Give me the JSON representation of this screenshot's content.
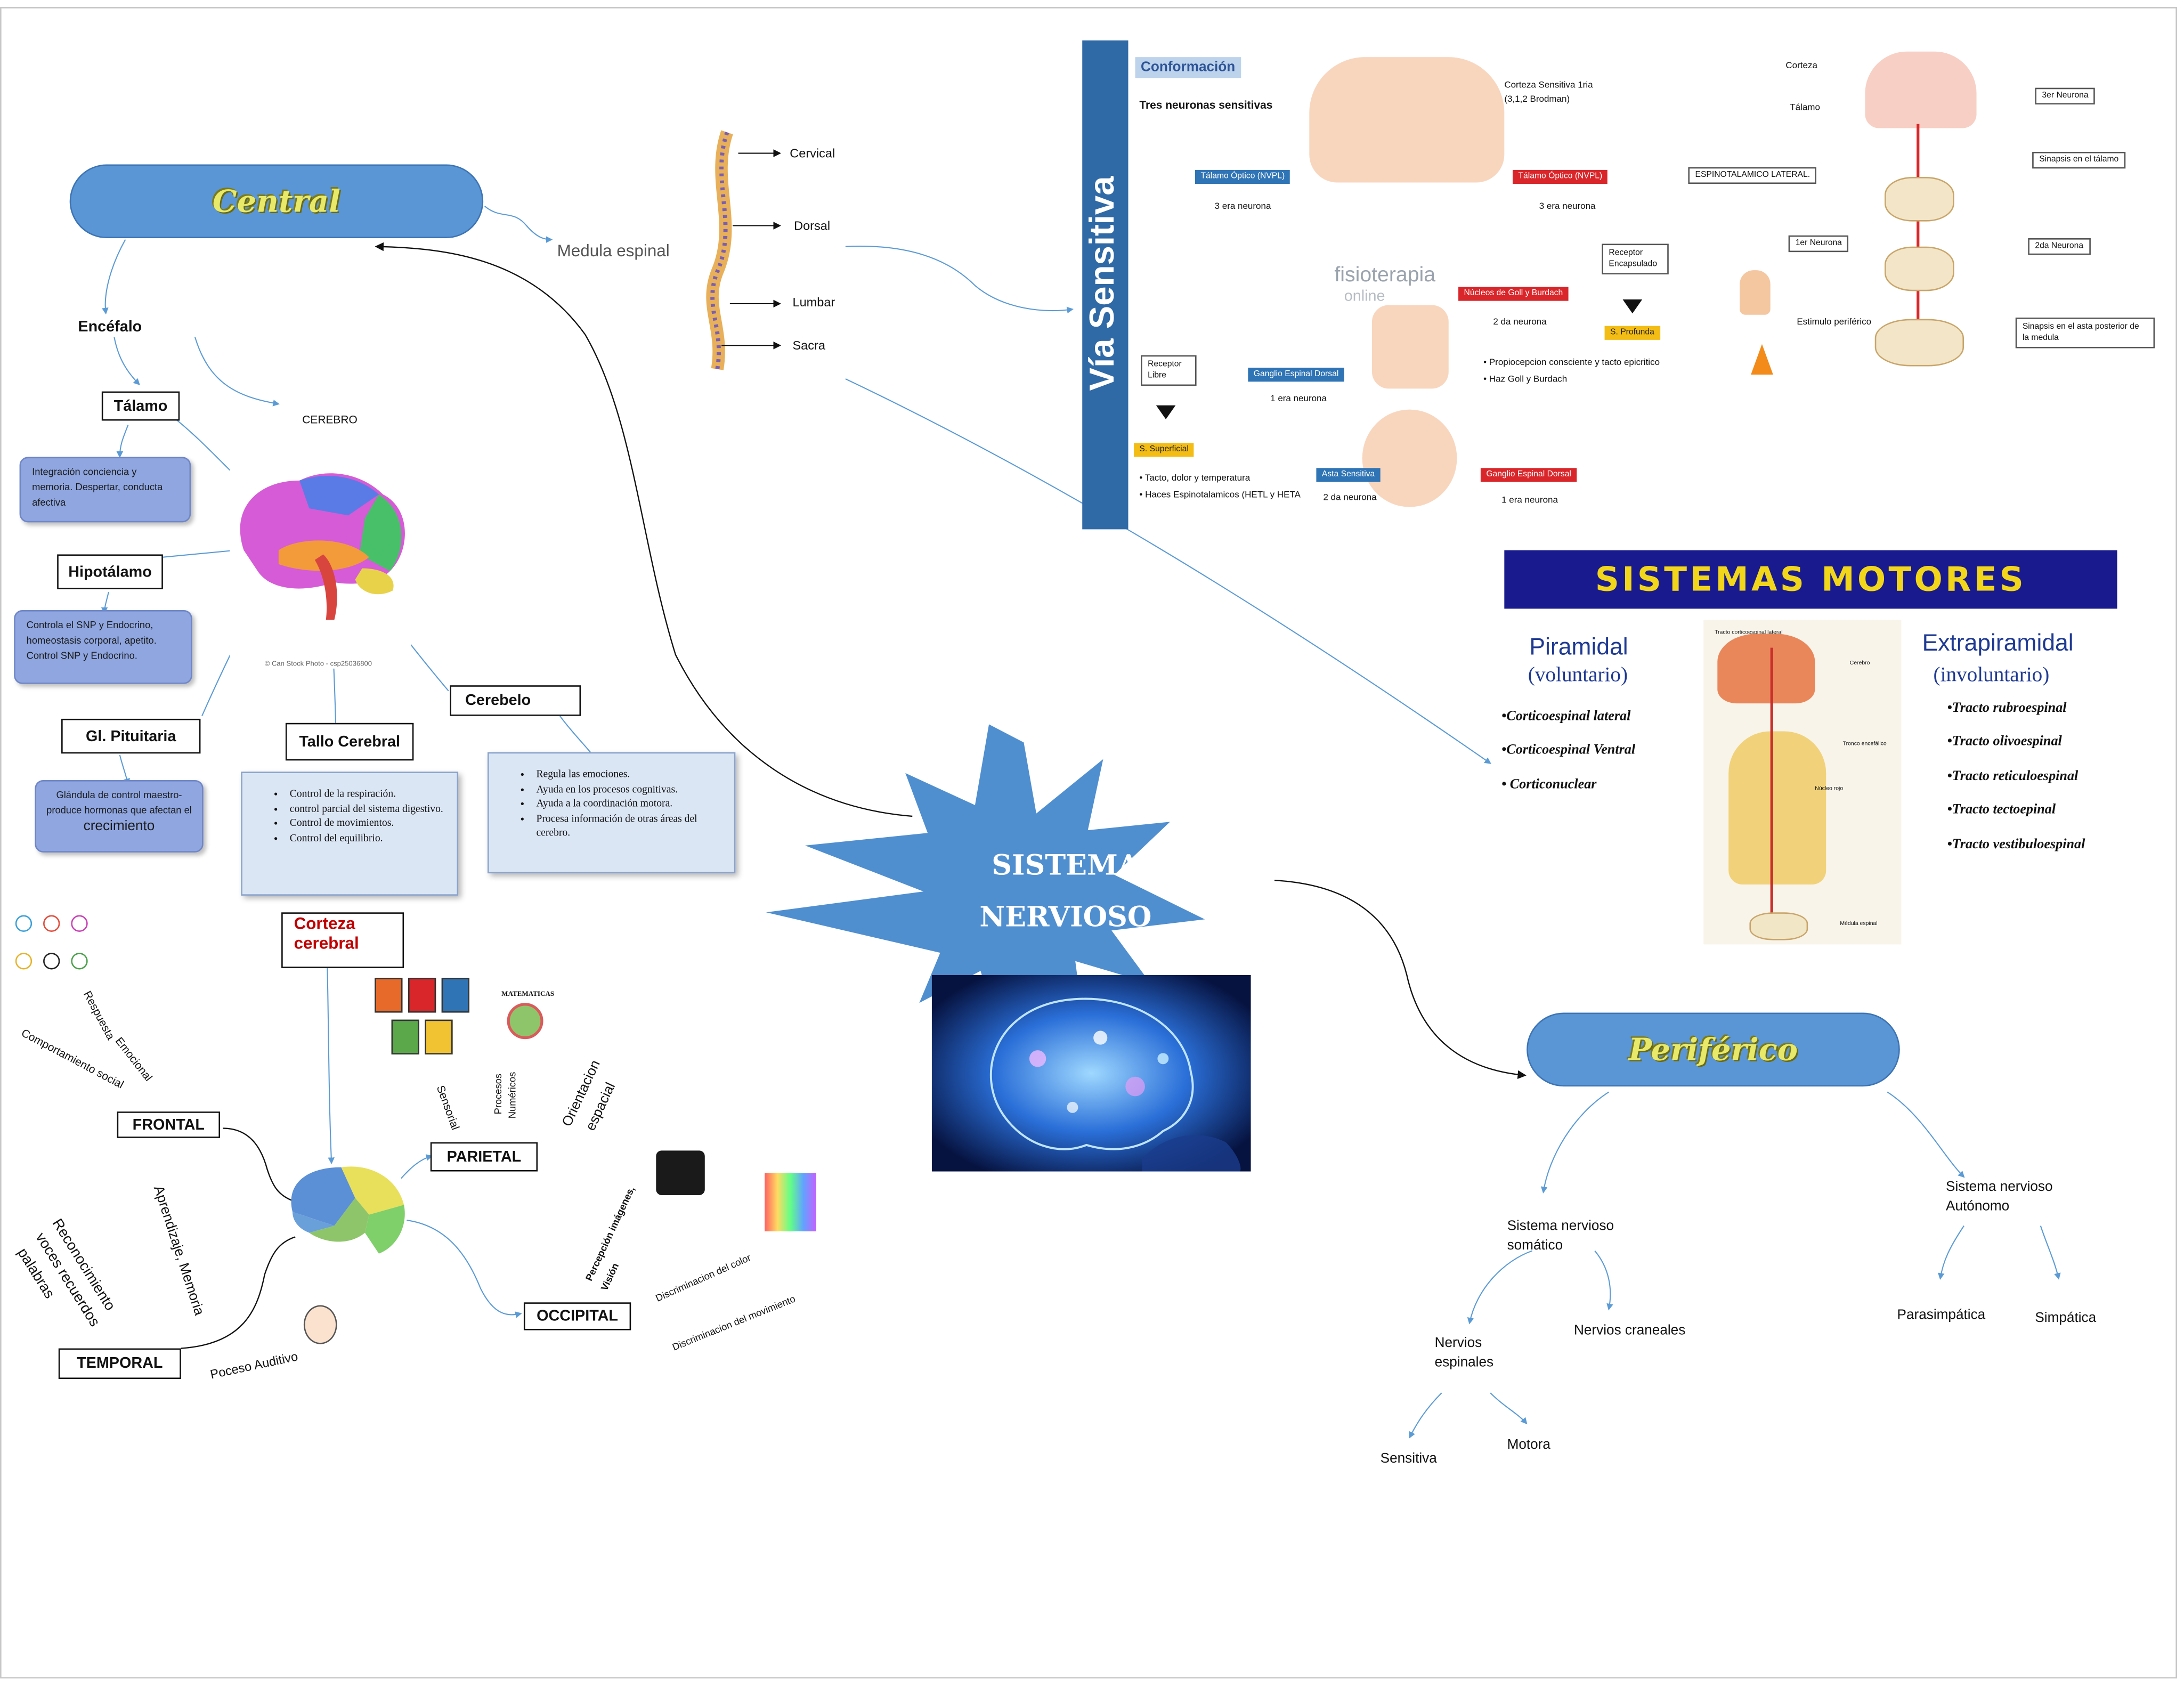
{
  "center": {
    "title_line1": "SISTEMA",
    "title_line2": "NERVIOSO"
  },
  "central": {
    "label": "Central",
    "medula": "Medula espinal",
    "encefalo": "Encéfalo",
    "cerebro": "CEREBRO",
    "talamo": {
      "label": "Tálamo",
      "note": "Integración conciencia y memoria. Despertar, conducta afectiva"
    },
    "hipotalamo": {
      "label": "Hipotálamo",
      "note": "Controla el SNP y Endocrino, homeostasis corporal, apetito. Control SNP  y  Endocrino."
    },
    "pituitaria": {
      "label": "Gl. Pituitaria",
      "note_a": "Glándula de control maestro- produce hormonas que afectan el ",
      "note_b": "crecimiento"
    },
    "tallo": {
      "label": "Tallo Cerebral",
      "items": [
        "Control de la respiración.",
        "control parcial del sistema digestivo.",
        "Control de movimientos.",
        "Control del equilibrio."
      ]
    },
    "cerebelo": {
      "label": "Cerebelo",
      "items": [
        "Regula las emociones.",
        "Ayuda en los procesos cognitivas.",
        "Ayuda a la coordinación motora.",
        "Procesa información de otras áreas del cerebro."
      ]
    },
    "brain_credit": "© Can Stock Photo - csp25036800"
  },
  "spine": {
    "cervical": "Cervical",
    "dorsal": "Dorsal",
    "lumbar": "Lumbar",
    "sacra": "Sacra"
  },
  "corteza": {
    "label_line1": "Corteza",
    "label_line2": "cerebral",
    "frontal": "FRONTAL",
    "parietal": "PARIETAL",
    "occipital": "OCCIPITAL",
    "temporal": "TEMPORAL",
    "respuesta": "Respuesta",
    "emocional": "Emocional",
    "comportamiento": "Comportamiento social",
    "sensorial": "Sensorial",
    "procesos_1": "Procesos",
    "procesos_2": "Numéricos",
    "orientacion_1": "Orientacion",
    "orientacion_2": "espacial",
    "matematicas": "MATEMATICAS",
    "percepcion_1": "Percepción imágenes,",
    "percepcion_2": "Visión",
    "color": "Discriminacion del color",
    "movimiento": "Discriminacion del movimiento",
    "aprendizaje": "Aprendizaje, Memoria",
    "reconocimiento_1": "Reconocimiento",
    "reconocimiento_2": "voces recuerdos",
    "reconocimiento_3": "palabras",
    "auditivo": "Poceso Auditivo"
  },
  "via_sensitiva": {
    "title": "Vía Sensitiva",
    "conformacion": "Conformación",
    "tres": "Tres neuronas sensitivas",
    "corteza_sens": "Corteza Sensitiva 1ria (3,1,2 Brodman)",
    "talamo_l": "Tálamo Óptico (NVPL)",
    "talamo_r": "Tálamo Óptico (NVPL)",
    "tercera_l": "3 era neurona",
    "tercera_r": "3 era neurona",
    "watermark": "fisioterapia",
    "watermark2": "online",
    "receptor_enc": "Receptor Encapsulado",
    "goll": "Núcleos de Goll y Burdach",
    "segunda": "2 da neurona",
    "profunda": "S. Profunda",
    "propio": "Propiocepcion consciente y tacto epicritico",
    "haz": "Haz Goll y Burdach",
    "receptor_libre": "Receptor Libre",
    "ganglio_l": "Ganglio Espinal Dorsal",
    "primera_l": "1 era neurona",
    "superficial": "S. Superficial",
    "tacto": "Tacto, dolor y temperatura",
    "haces": "Haces Espinotalamicos (HETL y HETA",
    "asta": "Asta Sensitiva",
    "segunda_b": "2 da neurona",
    "ganglio_r": "Ganglio Espinal Dorsal",
    "primera_r": "1 era neurona"
  },
  "espino": {
    "corteza": "Corteza",
    "talamo": "Tálamo",
    "tercer": "3er Neurona",
    "sinapsis_talamo": "Sinapsis en el tálamo",
    "title": "ESPINOTALAMICO LATERAL.",
    "primer": "1er Neurona",
    "segunda": "2da Neurona",
    "estimulo": "Estimulo periférico",
    "sinapsis_asta": "Sinapsis en el asta posterior de la medula"
  },
  "motores": {
    "title": "SISTEMAS MOTORES",
    "piramidal": "Piramidal",
    "voluntario": "(voluntario)",
    "piramidal_items": [
      "•Corticoespinal lateral",
      "•Corticoespinal Ventral",
      "• Corticonuclear"
    ],
    "extra": "Extrapiramidal",
    "involuntario": "(involuntario)",
    "extra_items": [
      "•Tracto rubroespinal",
      "•Tracto olivoespinal",
      "•Tracto reticuloespinal",
      "•Tracto tectoepinal",
      "•Tracto vestibuloespinal"
    ],
    "img_label_1": "Tracto corticoespinal lateral",
    "img_label_2": "Cerebro",
    "img_label_3": "Tronco encefálico",
    "img_label_4": "Núcleo rojo",
    "img_label_5": "Médula espinal"
  },
  "periferico": {
    "label": "Periférico",
    "somatico_1": "Sistema nervioso",
    "somatico_2": "somático",
    "autonomo_1": "Sistema nervioso",
    "autonomo_2": "Autónomo",
    "espinales_1": "Nervios",
    "espinales_2": "espinales",
    "craneales": "Nervios craneales",
    "sensitiva": "Sensitiva",
    "motora": "Motora",
    "parasimpatica": "Parasimpática",
    "simpatica": "Simpática"
  },
  "colors": {
    "pill": "#5a96d6",
    "star": "#4f8fd0",
    "banner": "#1a1a8f",
    "banner_text": "#f2d61a",
    "connector": "#5b9bd5"
  }
}
